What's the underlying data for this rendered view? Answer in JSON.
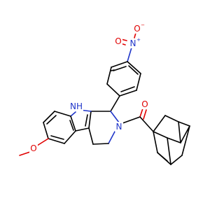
{
  "atoms": {
    "nitro_o_top": "O",
    "nitro_n": "N",
    "nitro_o_left": "O",
    "indole_nh": "NH",
    "ring_n": "N",
    "carbonyl_o": "O",
    "methoxy_o": "O"
  },
  "charges": {
    "nitro_o_minus": "−",
    "nitro_n_plus": "+"
  },
  "colors": {
    "bond": "#000000",
    "oxygen": "#e00000",
    "nitrogen": "#1f35c9"
  }
}
